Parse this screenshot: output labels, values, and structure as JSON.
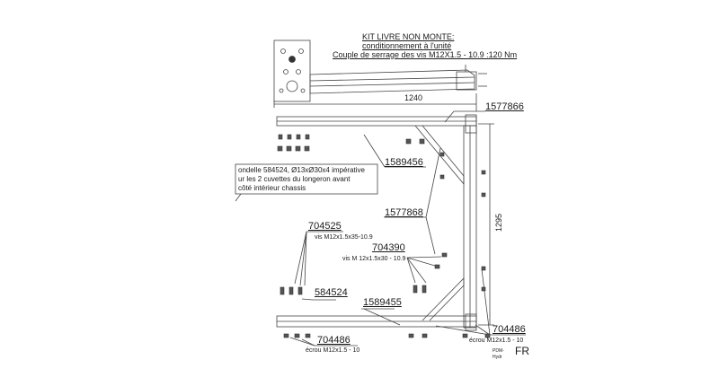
{
  "header": {
    "line1": "KIT LIVRE NON MONTE:",
    "line2": "conditionnement à l'unité",
    "line3": "Couple de serrage des vis M12X1.5 - 10.9 :120 Nm"
  },
  "dimensions": {
    "width": "1240",
    "height": "1295"
  },
  "parts": {
    "p1577866": "1577866",
    "p1589456": "1589456",
    "p1577868": "1577868",
    "p704525": "704525",
    "p704525_desc": "vis M12x1.5x35-10.9",
    "p704390": "704390",
    "p704390_desc": "vis M 12x1.5x30 - 10.9",
    "p584524": "584524",
    "p1589455": "1589455",
    "p704486_left": "704486",
    "p704486_left_desc": "écrou M12x1.5 - 10",
    "p704486_right": "704486",
    "p704486_right_desc": "écrou M12x1.5 - 10"
  },
  "note": {
    "line1": "ondelle 584524, Ø13xØ30x4 impérative",
    "line2": "ur les 2 cuvettes du longeron avant",
    "line3": "côté intérieur chassis"
  },
  "corner": {
    "lang": "FR",
    "code1": "PDM-",
    "code2": "Hydr"
  }
}
